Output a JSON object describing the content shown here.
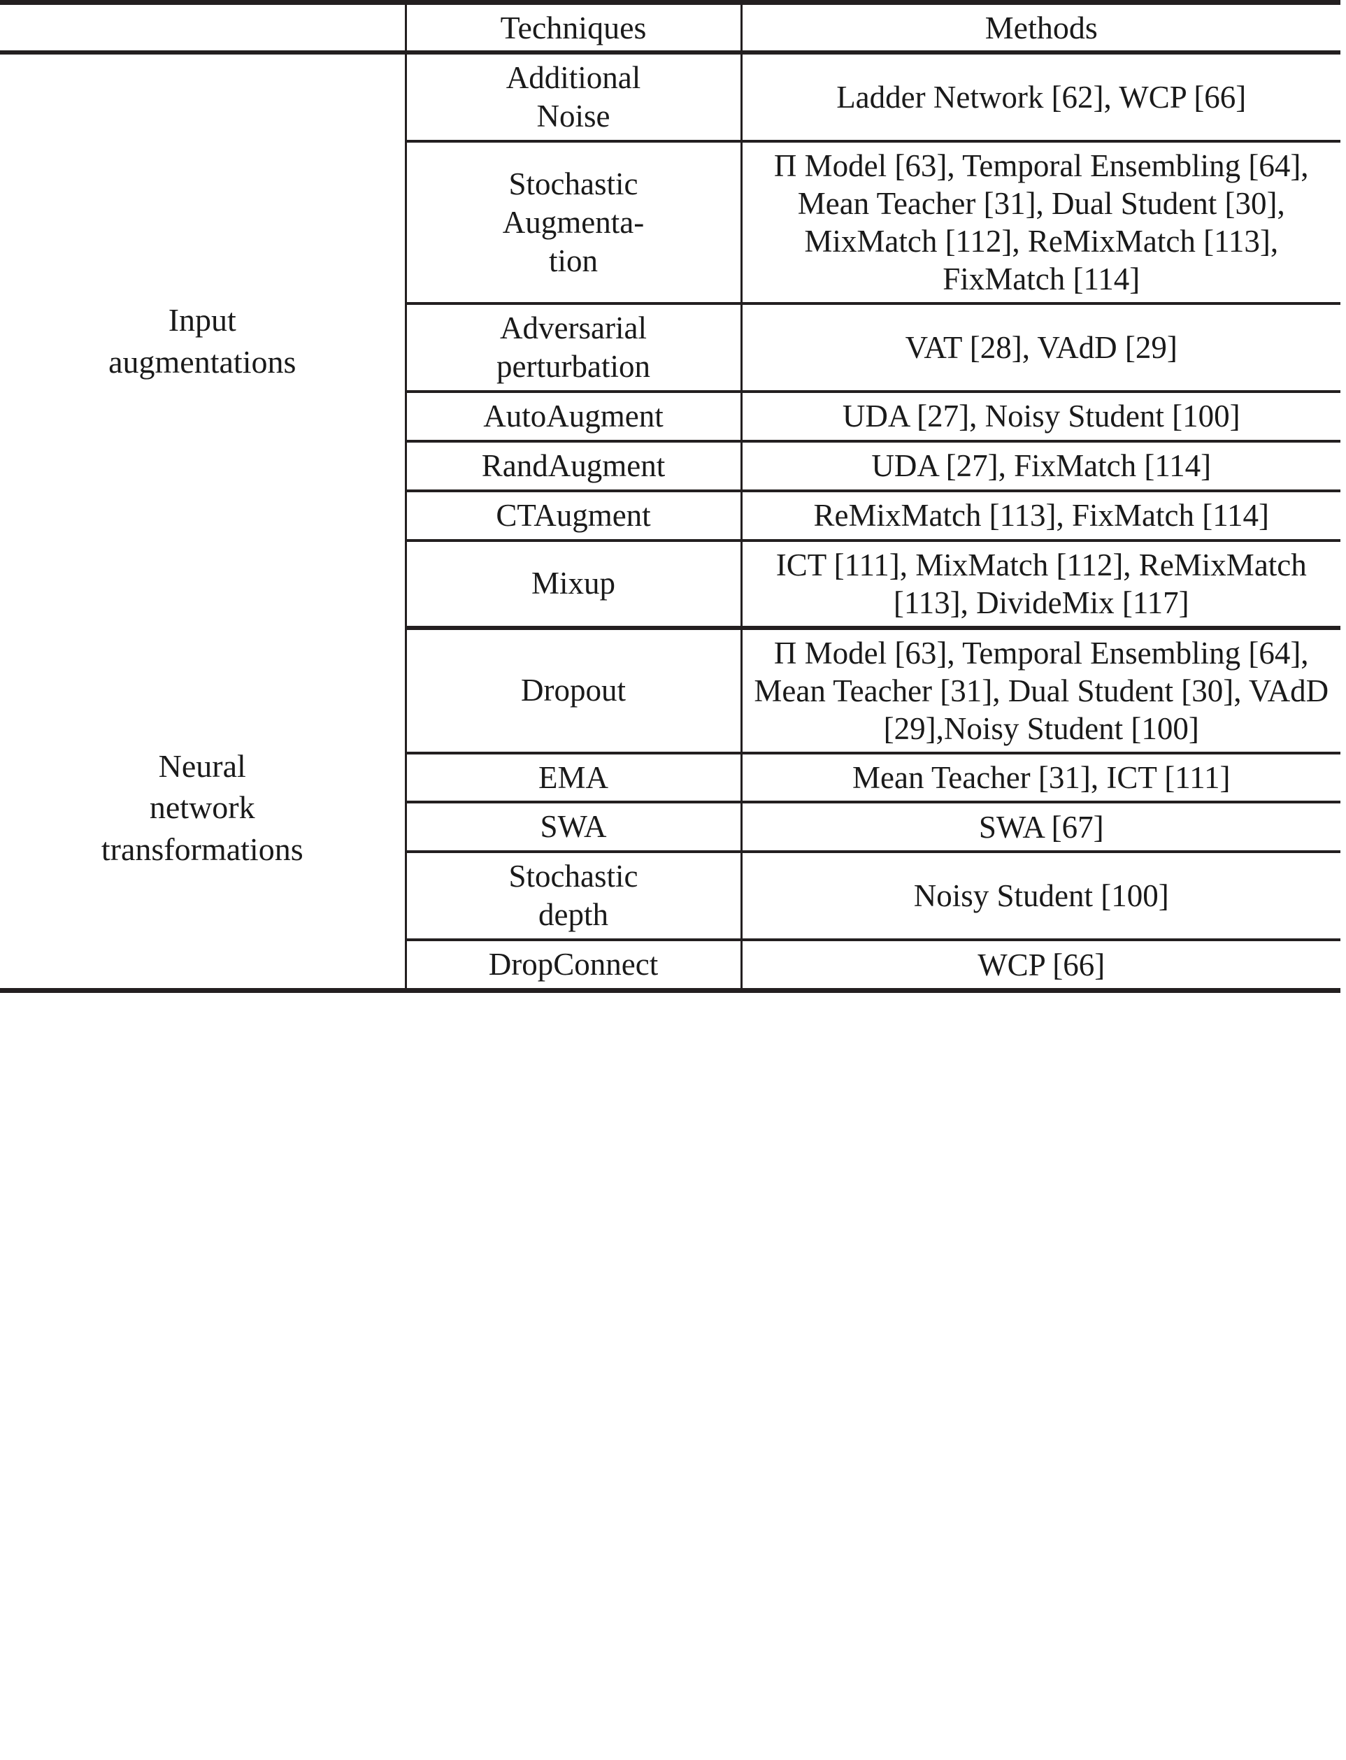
{
  "table": {
    "headers": {
      "group": "",
      "techniques": "Techniques",
      "methods": "Methods"
    },
    "groups": [
      {
        "label": "Input\naugmentations",
        "rows": [
          {
            "technique": "Additional\nNoise",
            "methods": "Ladder Network [62], WCP [66]"
          },
          {
            "technique": "Stochastic\nAugmenta-\ntion",
            "methods": "Π Model [63], Temporal Ensembling [64], Mean Teacher [31], Dual Student [30], MixMatch [112], ReMixMatch [113], FixMatch [114]"
          },
          {
            "technique": "Adversarial\nperturbation",
            "methods": "VAT [28], VAdD [29]"
          },
          {
            "technique": "AutoAugment",
            "methods": "UDA [27], Noisy Student [100]"
          },
          {
            "technique": "RandAugment",
            "methods": "UDA [27], FixMatch [114]"
          },
          {
            "technique": "CTAugment",
            "methods": "ReMixMatch [113], FixMatch [114]"
          },
          {
            "technique": "Mixup",
            "methods": "ICT [111], MixMatch [112], ReMixMatch [113], DivideMix [117]"
          }
        ]
      },
      {
        "label": "Neural\nnetwork\ntransformations",
        "rows": [
          {
            "technique": "Dropout",
            "methods": "Π Model [63], Temporal Ensembling [64], Mean Teacher [31], Dual Student [30], VAdD [29],Noisy Student [100]"
          },
          {
            "technique": "EMA",
            "methods": "Mean Teacher [31], ICT [111]"
          },
          {
            "technique": "SWA",
            "methods": "SWA [67]"
          },
          {
            "technique": "Stochastic\ndepth",
            "methods": "Noisy Student [100]"
          },
          {
            "technique": "DropConnect",
            "methods": "WCP [66]"
          }
        ]
      }
    ]
  },
  "colors": {
    "rule": "#231f20",
    "text": "#1a1a1a",
    "background": "#ffffff"
  }
}
